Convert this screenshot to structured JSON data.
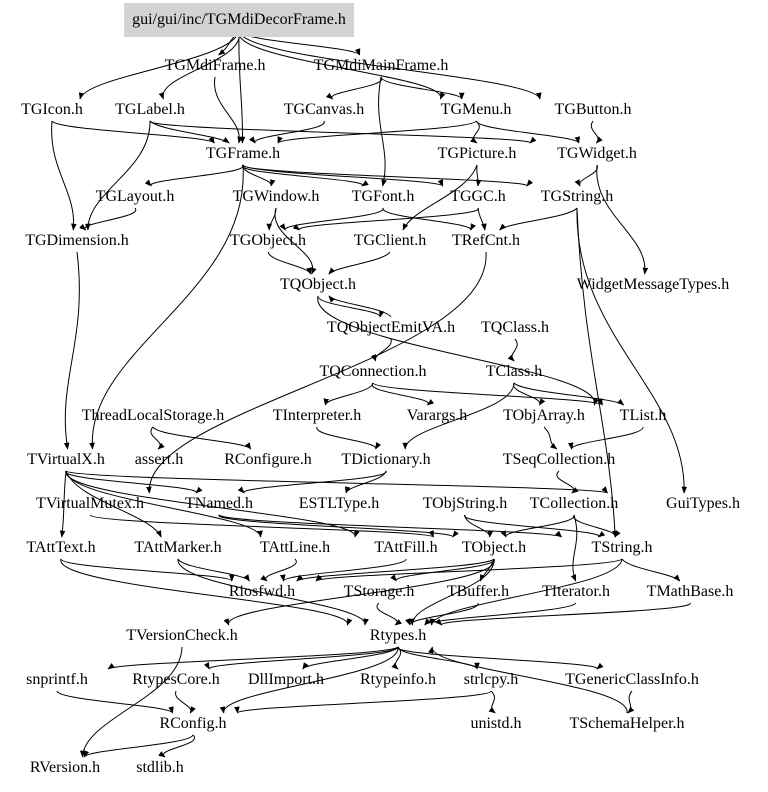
{
  "graph": {
    "root": "gui/gui/inc/TGMdiDecorFrame.h",
    "root_fill": "#d3d3d3",
    "nodes": [
      "gui/gui/inc/TGMdiDecorFrame.h",
      "TGMdiFrame.h",
      "TGMdiMainFrame.h",
      "TGIcon.h",
      "TGLabel.h",
      "TGCanvas.h",
      "TGMenu.h",
      "TGButton.h",
      "TGFrame.h",
      "TGPicture.h",
      "TGWidget.h",
      "TGLayout.h",
      "TGWindow.h",
      "TGFont.h",
      "TGGC.h",
      "TGString.h",
      "TGDimension.h",
      "TGObject.h",
      "TGClient.h",
      "TRefCnt.h",
      "TQObject.h",
      "WidgetMessageTypes.h",
      "TQObjectEmitVA.h",
      "TQClass.h",
      "TQConnection.h",
      "TClass.h",
      "ThreadLocalStorage.h",
      "TInterpreter.h",
      "Varargs.h",
      "TObjArray.h",
      "TList.h",
      "TVirtualX.h",
      "assert.h",
      "RConfigure.h",
      "TDictionary.h",
      "TSeqCollection.h",
      "TVirtualMutex.h",
      "TNamed.h",
      "ESTLType.h",
      "TObjString.h",
      "TCollection.h",
      "GuiTypes.h",
      "TAttText.h",
      "TAttMarker.h",
      "TAttLine.h",
      "TAttFill.h",
      "TObject.h",
      "TString.h",
      "Riosfwd.h",
      "TStorage.h",
      "TBuffer.h",
      "TIterator.h",
      "TMathBase.h",
      "TVersionCheck.h",
      "Rtypes.h",
      "snprintf.h",
      "RtypesCore.h",
      "DllImport.h",
      "Rtypeinfo.h",
      "strlcpy.h",
      "TGenericClassInfo.h",
      "RConfig.h",
      "unistd.h",
      "TSchemaHelper.h",
      "RVersion.h",
      "stdlib.h"
    ],
    "edges": [
      [
        "gui/gui/inc/TGMdiDecorFrame.h",
        "TGMdiFrame.h"
      ],
      [
        "gui/gui/inc/TGMdiDecorFrame.h",
        "TGMdiMainFrame.h"
      ],
      [
        "gui/gui/inc/TGMdiDecorFrame.h",
        "TGIcon.h"
      ],
      [
        "gui/gui/inc/TGMdiDecorFrame.h",
        "TGLabel.h"
      ],
      [
        "gui/gui/inc/TGMdiDecorFrame.h",
        "TGFrame.h"
      ],
      [
        "gui/gui/inc/TGMdiDecorFrame.h",
        "TGMenu.h"
      ],
      [
        "gui/gui/inc/TGMdiDecorFrame.h",
        "TGButton.h"
      ],
      [
        "TGMdiFrame.h",
        "TGFrame.h"
      ],
      [
        "TGMdiMainFrame.h",
        "TGCanvas.h"
      ],
      [
        "TGMdiMainFrame.h",
        "TGMenu.h"
      ],
      [
        "TGMdiMainFrame.h",
        "TGFont.h"
      ],
      [
        "TGIcon.h",
        "TGFrame.h"
      ],
      [
        "TGIcon.h",
        "TGDimension.h"
      ],
      [
        "TGLabel.h",
        "TGFrame.h"
      ],
      [
        "TGLabel.h",
        "TGDimension.h"
      ],
      [
        "TGLabel.h",
        "TGWidget.h"
      ],
      [
        "TGCanvas.h",
        "TGFrame.h"
      ],
      [
        "TGMenu.h",
        "TGFrame.h"
      ],
      [
        "TGMenu.h",
        "TGPicture.h"
      ],
      [
        "TGMenu.h",
        "TGWidget.h"
      ],
      [
        "TGButton.h",
        "TGWidget.h"
      ],
      [
        "TGFrame.h",
        "TGLayout.h"
      ],
      [
        "TGFrame.h",
        "TGWindow.h"
      ],
      [
        "TGFrame.h",
        "TGFont.h"
      ],
      [
        "TGFrame.h",
        "TGGC.h"
      ],
      [
        "TGFrame.h",
        "TGString.h"
      ],
      [
        "TGFrame.h",
        "TVirtualX.h"
      ],
      [
        "TGPicture.h",
        "TGGC.h"
      ],
      [
        "TGPicture.h",
        "TGClient.h"
      ],
      [
        "TGWidget.h",
        "TGString.h"
      ],
      [
        "TGWidget.h",
        "WidgetMessageTypes.h"
      ],
      [
        "TGLayout.h",
        "TGDimension.h"
      ],
      [
        "TGWindow.h",
        "TGObject.h"
      ],
      [
        "TGWindow.h",
        "TQObject.h"
      ],
      [
        "TGFont.h",
        "TGObject.h"
      ],
      [
        "TGFont.h",
        "TRefCnt.h"
      ],
      [
        "TGGC.h",
        "TGObject.h"
      ],
      [
        "TGGC.h",
        "TRefCnt.h"
      ],
      [
        "TGString.h",
        "TRefCnt.h"
      ],
      [
        "TGString.h",
        "TString.h"
      ],
      [
        "TGString.h",
        "GuiTypes.h"
      ],
      [
        "TGDimension.h",
        "TVirtualX.h"
      ],
      [
        "TGObject.h",
        "TQObject.h"
      ],
      [
        "TGClient.h",
        "TQObject.h"
      ],
      [
        "TRefCnt.h",
        "TVirtualMutex.h"
      ],
      [
        "TQObject.h",
        "TQObjectEmitVA.h"
      ],
      [
        "TQObject.h",
        "TList.h"
      ],
      [
        "TQObjectEmitVA.h",
        "TQConnection.h"
      ],
      [
        "TQObjectEmitVA.h",
        "TQObject.h"
      ],
      [
        "TQClass.h",
        "TClass.h"
      ],
      [
        "TQConnection.h",
        "TInterpreter.h"
      ],
      [
        "TQConnection.h",
        "Varargs.h"
      ],
      [
        "TQConnection.h",
        "TList.h"
      ],
      [
        "TClass.h",
        "TObjArray.h"
      ],
      [
        "TClass.h",
        "TList.h"
      ],
      [
        "TClass.h",
        "TDictionary.h"
      ],
      [
        "ThreadLocalStorage.h",
        "assert.h"
      ],
      [
        "ThreadLocalStorage.h",
        "RConfigure.h"
      ],
      [
        "TInterpreter.h",
        "TDictionary.h"
      ],
      [
        "TObjArray.h",
        "TSeqCollection.h"
      ],
      [
        "TList.h",
        "TSeqCollection.h"
      ],
      [
        "TVirtualX.h",
        "TNamed.h"
      ],
      [
        "TVirtualX.h",
        "GuiTypes.h"
      ],
      [
        "TVirtualX.h",
        "TAttText.h"
      ],
      [
        "TVirtualX.h",
        "TAttMarker.h"
      ],
      [
        "TVirtualX.h",
        "TAttLine.h"
      ],
      [
        "TVirtualX.h",
        "TAttFill.h"
      ],
      [
        "TDictionary.h",
        "TNamed.h"
      ],
      [
        "TDictionary.h",
        "ESTLType.h"
      ],
      [
        "TSeqCollection.h",
        "TCollection.h"
      ],
      [
        "TVirtualMutex.h",
        "TObject.h"
      ],
      [
        "TNamed.h",
        "TObject.h"
      ],
      [
        "TNamed.h",
        "TString.h"
      ],
      [
        "TObjString.h",
        "TObject.h"
      ],
      [
        "TObjString.h",
        "TString.h"
      ],
      [
        "TCollection.h",
        "TObject.h"
      ],
      [
        "TCollection.h",
        "TString.h"
      ],
      [
        "TCollection.h",
        "TIterator.h"
      ],
      [
        "TAttText.h",
        "Riosfwd.h"
      ],
      [
        "TAttText.h",
        "Rtypes.h"
      ],
      [
        "TAttMarker.h",
        "Riosfwd.h"
      ],
      [
        "TAttMarker.h",
        "Rtypes.h"
      ],
      [
        "TAttLine.h",
        "Riosfwd.h"
      ],
      [
        "TAttFill.h",
        "Riosfwd.h"
      ],
      [
        "TObject.h",
        "Riosfwd.h"
      ],
      [
        "TObject.h",
        "TStorage.h"
      ],
      [
        "TObject.h",
        "TBuffer.h"
      ],
      [
        "TObject.h",
        "TVersionCheck.h"
      ],
      [
        "TObject.h",
        "Rtypes.h"
      ],
      [
        "TString.h",
        "Riosfwd.h"
      ],
      [
        "TString.h",
        "TMathBase.h"
      ],
      [
        "TString.h",
        "Rtypes.h"
      ],
      [
        "TStorage.h",
        "Rtypes.h"
      ],
      [
        "TBuffer.h",
        "Rtypes.h"
      ],
      [
        "TIterator.h",
        "Rtypes.h"
      ],
      [
        "TMathBase.h",
        "Rtypes.h"
      ],
      [
        "TVersionCheck.h",
        "RVersion.h"
      ],
      [
        "Rtypes.h",
        "snprintf.h"
      ],
      [
        "Rtypes.h",
        "RtypesCore.h"
      ],
      [
        "Rtypes.h",
        "DllImport.h"
      ],
      [
        "Rtypes.h",
        "Rtypeinfo.h"
      ],
      [
        "Rtypes.h",
        "strlcpy.h"
      ],
      [
        "Rtypes.h",
        "TGenericClassInfo.h"
      ],
      [
        "Rtypes.h",
        "RConfig.h"
      ],
      [
        "RtypesCore.h",
        "RConfig.h"
      ],
      [
        "strlcpy.h",
        "unistd.h"
      ],
      [
        "strlcpy.h",
        "RConfig.h"
      ],
      [
        "TGenericClassInfo.h",
        "TSchemaHelper.h"
      ],
      [
        "TSchemaHelper.h",
        "Rtypes.h"
      ],
      [
        "RConfig.h",
        "RVersion.h"
      ],
      [
        "RConfig.h",
        "stdlib.h"
      ],
      [
        "snprintf.h",
        "RConfig.h"
      ]
    ]
  }
}
